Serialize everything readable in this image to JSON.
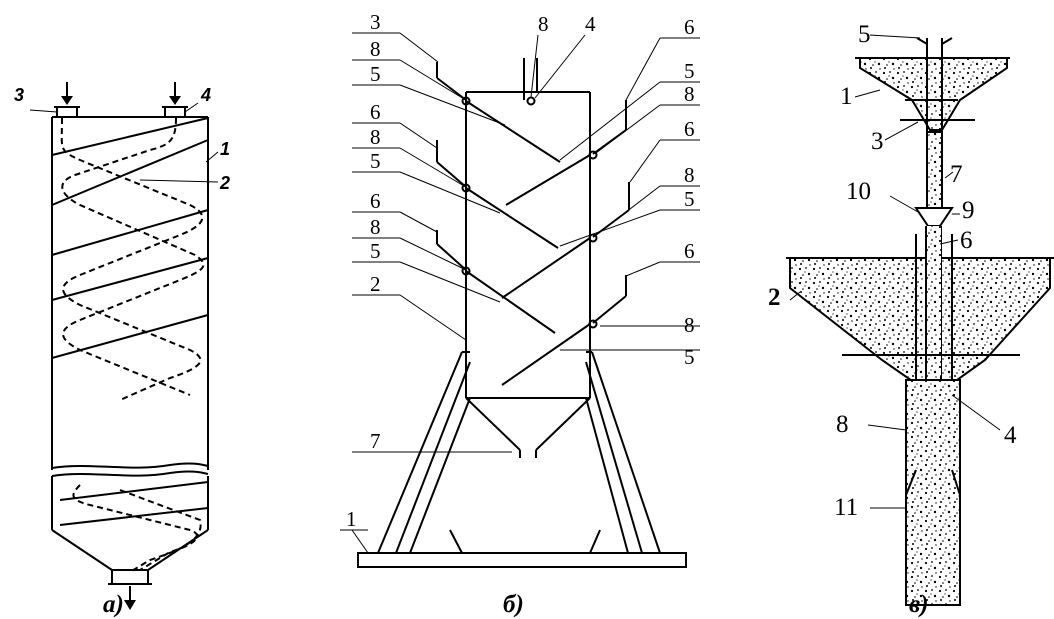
{
  "figures": [
    {
      "id": "a",
      "caption": "а)",
      "labels": {
        "n1": "1",
        "n2": "2",
        "n3": "3",
        "n4": "4"
      }
    },
    {
      "id": "b",
      "caption": "б)",
      "labels": {
        "l3": "3",
        "l8a": "8",
        "l5a": "5",
        "l6a": "6",
        "l8b": "8",
        "l5b": "5",
        "l6b": "6",
        "l8c": "8",
        "l5c": "5",
        "l2": "2",
        "l7": "7",
        "l1": "1",
        "t8": "8",
        "t4": "4",
        "r6a": "6",
        "r5a": "5",
        "r8a": "8",
        "r6b": "6",
        "r8b": "8",
        "r5b": "5",
        "r6c": "6",
        "r8c": "8",
        "r5c": "5"
      }
    },
    {
      "id": "c",
      "caption": "в)",
      "labels": {
        "n5": "5",
        "n1": "1",
        "n3": "3",
        "n7": "7",
        "n10": "10",
        "n9": "9",
        "n6": "6",
        "n2": "2",
        "n8": "8",
        "n4": "4",
        "n11": "11"
      }
    }
  ]
}
